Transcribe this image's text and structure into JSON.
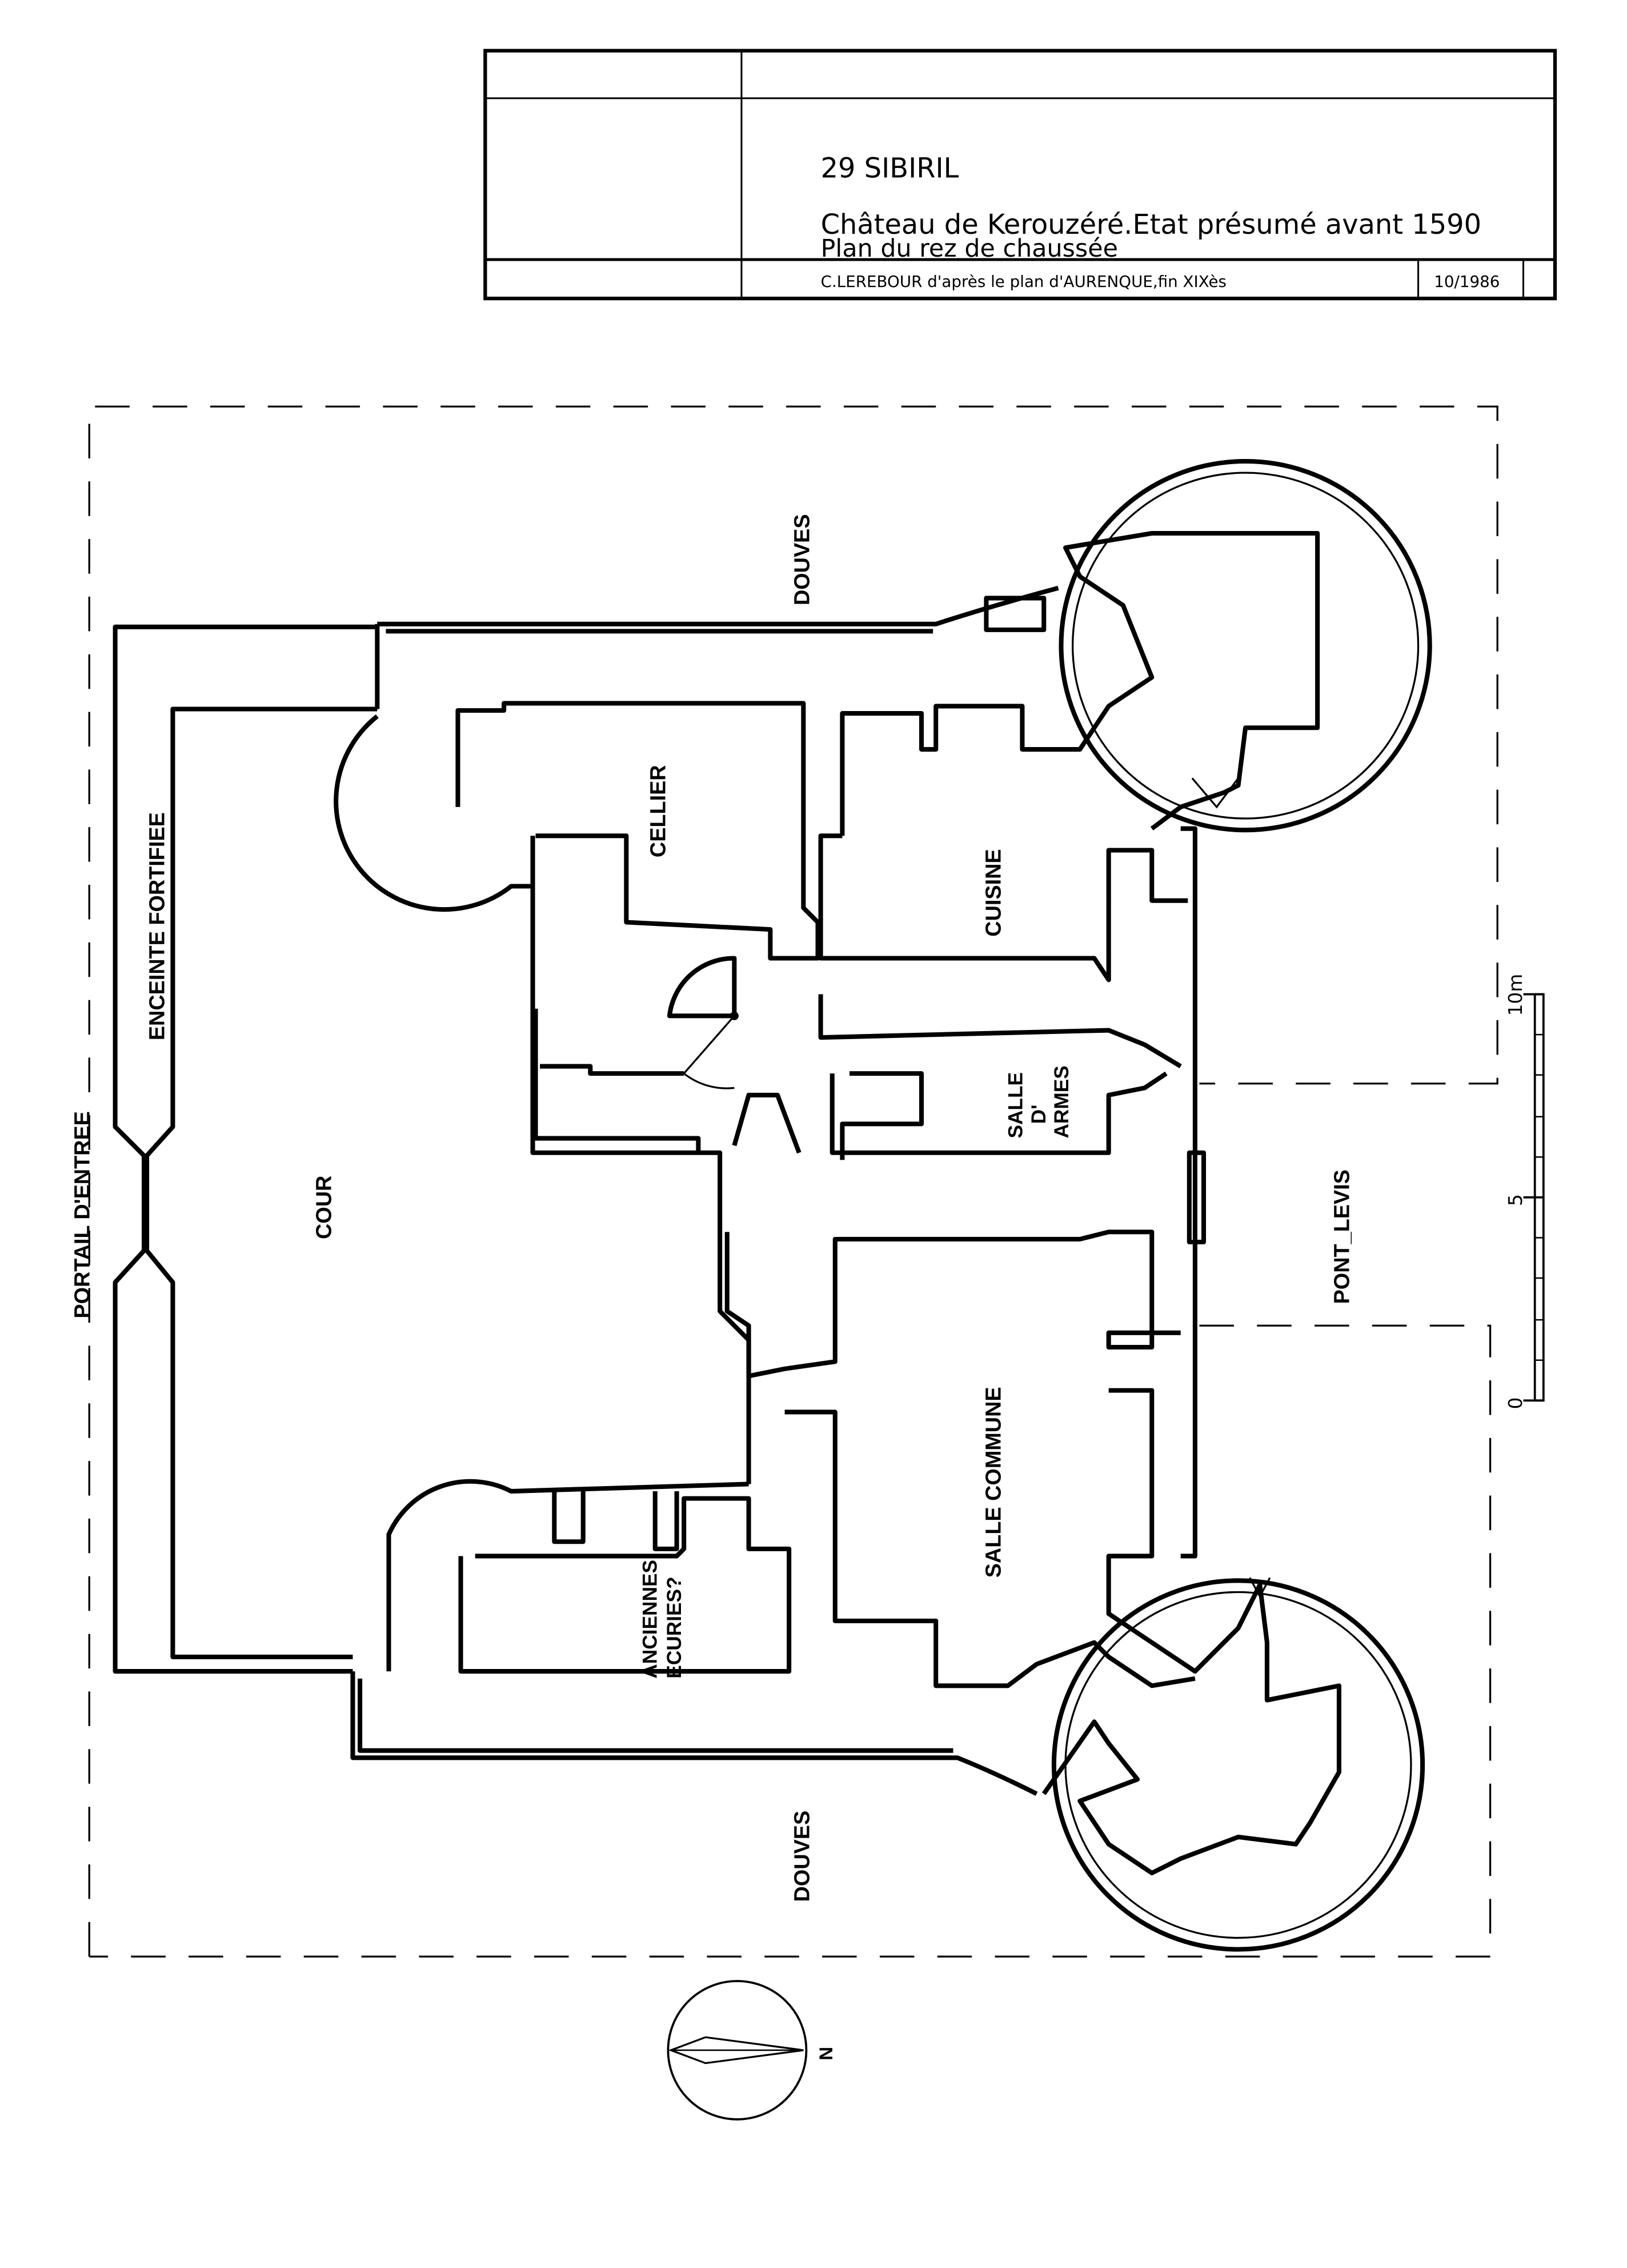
{
  "title_block": {
    "location": "29 SIBIRIL",
    "title_line1": "Château de Kerouzéré.Etat présumé avant 1590",
    "title_line2": "Plan du rez de chaussée",
    "credit": "C.LEREBOUR d'après le plan d'AURENQUE,fin XIXès",
    "date": "10/1986"
  },
  "rooms": {
    "douves_north": "DOUVES",
    "douves_south": "DOUVES",
    "cellier": "CELLIER",
    "cuisine": "CUISINE",
    "salle_armes_1": "SALLE",
    "salle_armes_2": "D'",
    "salle_armes_3": "ARMES",
    "cour": "COUR",
    "salle_commune": "SALLE COMMUNE",
    "ecuries_1": "ANCIENNES",
    "ecuries_2": "ECURIES?",
    "pont_levis": "PONT_LEVIS",
    "portail": "PORTAIL D'ENTREE",
    "enceinte": "ENCEINTE FORTIFIEE"
  },
  "scale": {
    "tick_0": "0",
    "tick_5": "5",
    "tick_10": "10m"
  },
  "compass": {
    "north": "N"
  }
}
